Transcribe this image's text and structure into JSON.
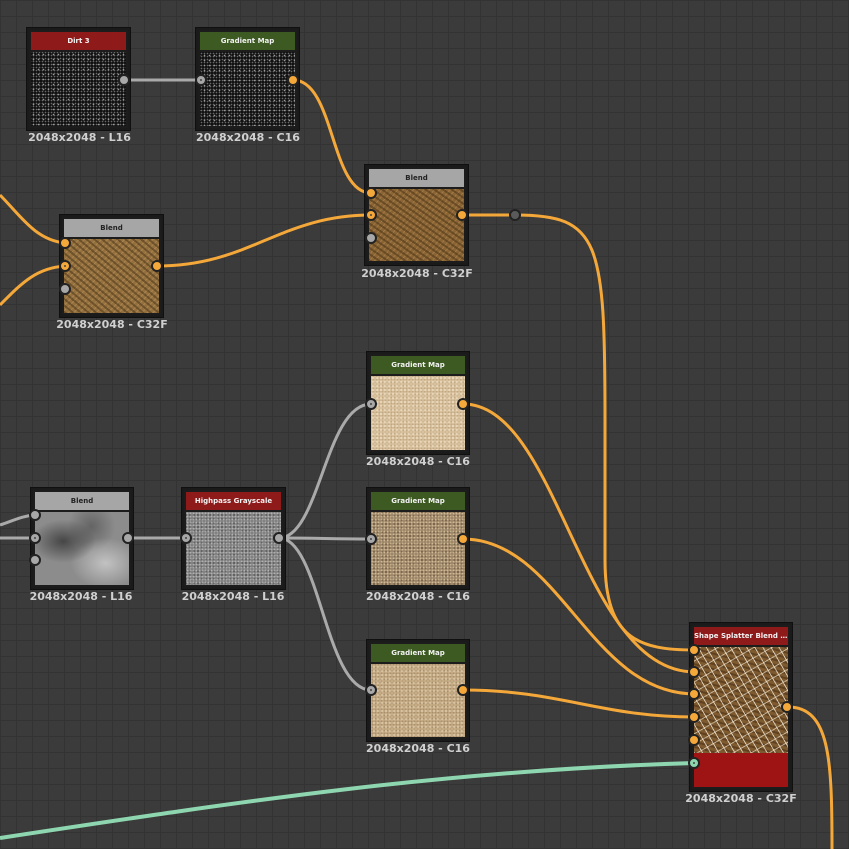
{
  "nodes": {
    "dirt3": {
      "title": "Dirt 3",
      "resolution": "2048x2048 - L16"
    },
    "gradient_map_top": {
      "title": "Gradient Map",
      "resolution": "2048x2048 - C16"
    },
    "blend_top": {
      "title": "Blend",
      "resolution": "2048x2048 - C32F"
    },
    "blend_left": {
      "title": "Blend",
      "resolution": "2048x2048 - C32F"
    },
    "gradient_map_1": {
      "title": "Gradient Map",
      "resolution": "2048x2048 - C16"
    },
    "gradient_map_2": {
      "title": "Gradient Map",
      "resolution": "2048x2048 - C16"
    },
    "gradient_map_3": {
      "title": "Gradient Map",
      "resolution": "2048x2048 - C16"
    },
    "blend_gray": {
      "title": "Blend",
      "resolution": "2048x2048 - L16"
    },
    "highpass": {
      "title": "Highpass Grayscale",
      "resolution": "2048x2048 - L16"
    },
    "shape_splatter": {
      "title": "Shape Splatter Blend C...",
      "resolution": "2048x2048 - C32F"
    }
  },
  "colors": {
    "wire_color": "#f5a83a",
    "wire_gray": "#aaaaaa",
    "wire_teal": "#8ed6b0",
    "header_red": "#8e1a1a",
    "header_green": "#3d5a22",
    "header_gray": "#a6a6a6"
  }
}
